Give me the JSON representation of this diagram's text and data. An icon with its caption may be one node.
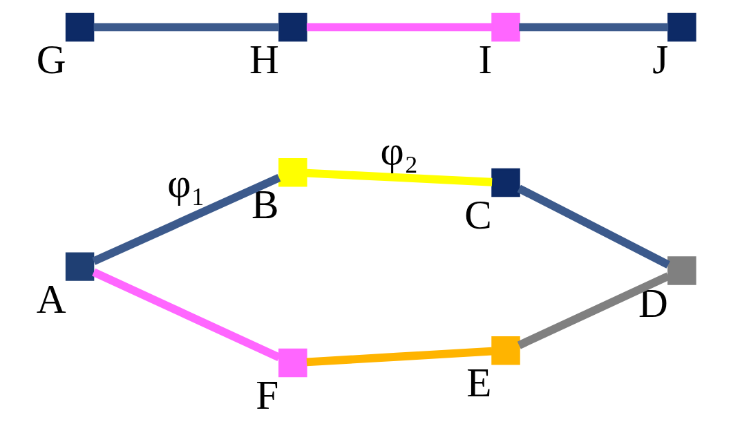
{
  "diagram": {
    "nodes": [
      {
        "text": [],
        "shape": "box",
        "beside": [
          "A"
        ]
      },
      {
        "text": [],
        "shape": "box",
        "beside": [
          "B"
        ]
      },
      {
        "text": [],
        "shape": "box",
        "beside": [
          "C"
        ]
      },
      {
        "text": [],
        "shape": "box",
        "beside": [
          "D"
        ]
      },
      {
        "text": [],
        "shape": "box",
        "beside": [
          "E"
        ]
      },
      {
        "text": [],
        "shape": "box",
        "beside": [
          "F"
        ]
      },
      {
        "text": [],
        "shape": "box",
        "beside": [
          "G"
        ]
      },
      {
        "text": [],
        "shape": "box",
        "beside": [
          "H"
        ]
      },
      {
        "text": [],
        "shape": "box",
        "beside": [
          "I"
        ]
      },
      {
        "text": [],
        "shape": "box",
        "beside": [
          "J"
        ]
      }
    ],
    "edges": [
      {
        "from": 0,
        "to": 5,
        "arrow": "none",
        "color": "#ff66ff"
      },
      {
        "from": 5,
        "to": 4,
        "arrow": "none",
        "color": "#ffb400"
      },
      {
        "from": 4,
        "to": 3,
        "arrow": "none",
        "color": "#808080"
      },
      {
        "from": 3,
        "to": 2,
        "arrow": "none"
      },
      {
        "from": 2,
        "to": 1,
        "arrow": "none",
        "label": "φ₂",
        "color": "#ffff00"
      },
      {
        "from": 1,
        "to": 0,
        "arrow": "none",
        "label": "φ₁"
      },
      {
        "from": 6,
        "to": 7,
        "arrow": "none"
      },
      {
        "from": 7,
        "to": 8,
        "arrow": "none",
        "color": "#ff66ff"
      },
      {
        "from": 8,
        "to": 9,
        "arrow": "none"
      }
    ]
  }
}
